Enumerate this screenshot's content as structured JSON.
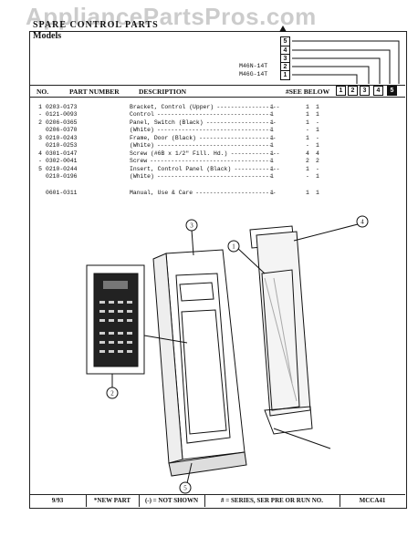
{
  "watermark": "AppliancePartsPros.com",
  "header": {
    "title": "SPARE CONTROL PARTS",
    "models_label": "Models"
  },
  "models": [
    {
      "text": "M46N-14T",
      "box": "2"
    },
    {
      "text": "M46G-14T",
      "box": "1"
    }
  ],
  "model_numbers": [
    "1",
    "2",
    "3",
    "4",
    "5"
  ],
  "columns": {
    "no": "NO.",
    "part_number": "PART NUMBER",
    "description": "DESCRIPTION",
    "see_below": "#SEE BELOW"
  },
  "parts": [
    {
      "no": "1",
      "part": "0203-0173",
      "desc": "Bracket, Control (Upper)",
      "qty": "1",
      "m1": "1",
      "m2": "1"
    },
    {
      "no": "-",
      "part": "0121-0093",
      "desc": "Control",
      "qty": "1",
      "m1": "1",
      "m2": "1"
    },
    {
      "no": "2",
      "part": "0206-0365",
      "desc": "Panel, Switch (Black)",
      "qty": "1",
      "m1": "1",
      "m2": "-"
    },
    {
      "no": "",
      "part": "0206-0370",
      "desc": "(White)",
      "qty": "1",
      "m1": "-",
      "m2": "1"
    },
    {
      "no": "3",
      "part": "0210-0243",
      "desc": "Frame, Door (Black)",
      "qty": "1",
      "m1": "1",
      "m2": "-"
    },
    {
      "no": "",
      "part": "0210-0253",
      "desc": "(White)",
      "qty": "1",
      "m1": "-",
      "m2": "1"
    },
    {
      "no": "4",
      "part": "0301-0147",
      "desc": "Screw (#6B x 1/2\" Fill. Hd.)",
      "qty": "1",
      "m1": "4",
      "m2": "4"
    },
    {
      "no": "-",
      "part": "0302-0041",
      "desc": "Screw",
      "qty": "1",
      "m1": "2",
      "m2": "2"
    },
    {
      "no": "5",
      "part": "0210-0244",
      "desc": "Insert, Control Panel (Black)",
      "qty": "1",
      "m1": "1",
      "m2": "-"
    },
    {
      "no": "",
      "part": "0210-0196",
      "desc": "(White)",
      "qty": "1",
      "m1": "-",
      "m2": "1"
    },
    {
      "no": "",
      "part": "0601-0311",
      "desc": "Manual, Use & Care",
      "qty": "1",
      "m1": "1",
      "m2": "1"
    }
  ],
  "callouts": [
    "1",
    "2",
    "3",
    "4",
    "5"
  ],
  "footer": {
    "date": "9/93",
    "new_part": "*NEW PART",
    "not_shown": "(-) = NOT SHOWN",
    "series": "# = SERIES, SER PRE OR RUN NO.",
    "code": "MCCA41"
  }
}
